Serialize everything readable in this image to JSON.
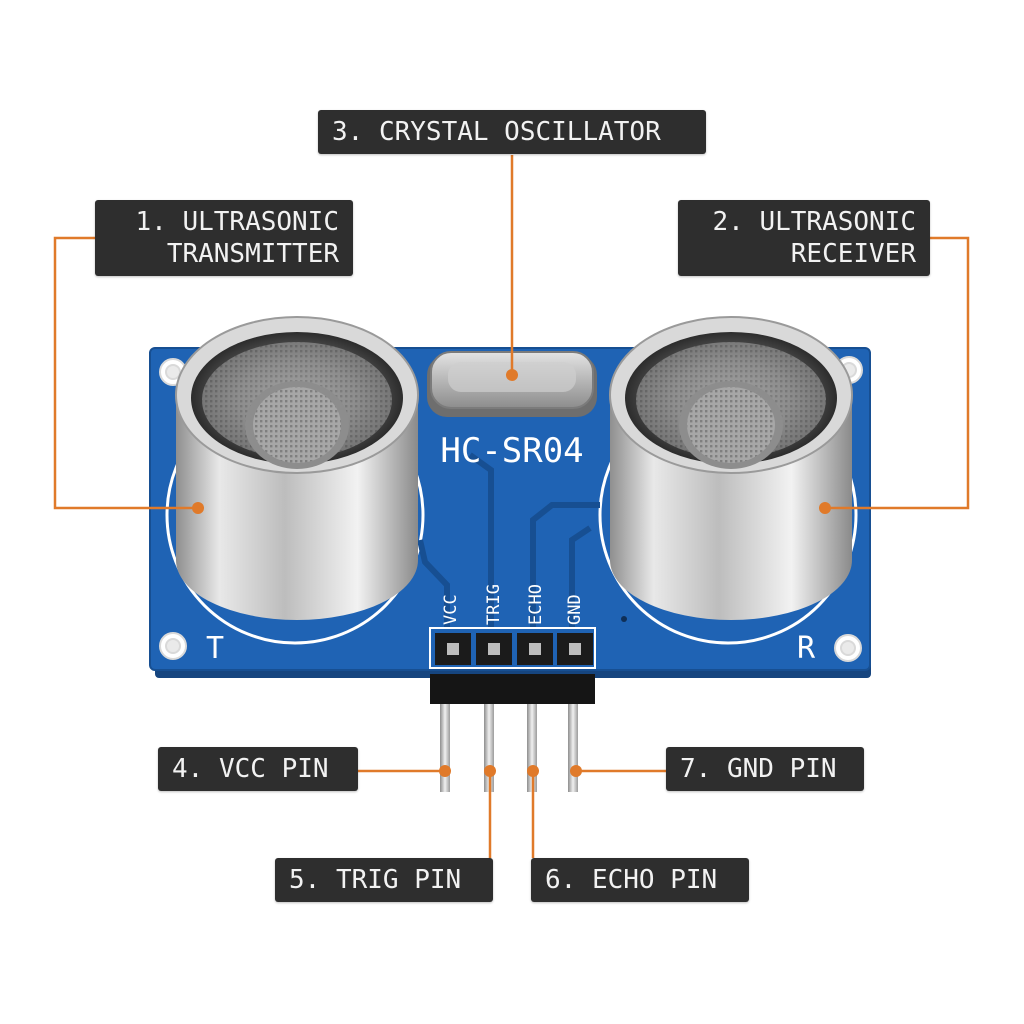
{
  "colors": {
    "pcb": "#1f63b4",
    "callout_line": "#e07a2a",
    "label_bg": "#2e2e2e",
    "label_text": "#f2f2f2"
  },
  "board": {
    "title": "HC-SR04",
    "left_marker": "T",
    "right_marker": "R",
    "pin_labels": [
      "VCC",
      "TRIG",
      "ECHO",
      "GND"
    ]
  },
  "callouts": {
    "transmitter": {
      "line1": "1. ULTRASONIC",
      "line2": "TRANSMITTER"
    },
    "receiver": {
      "line1": "2. ULTRASONIC",
      "line2": "RECEIVER"
    },
    "crystal": {
      "text": "3. CRYSTAL OSCILLATOR"
    },
    "vcc": {
      "text": "4. VCC PIN"
    },
    "trig": {
      "text": "5. TRIG PIN"
    },
    "echo": {
      "text": "6. ECHO PIN"
    },
    "gnd": {
      "text": "7. GND PIN"
    }
  }
}
